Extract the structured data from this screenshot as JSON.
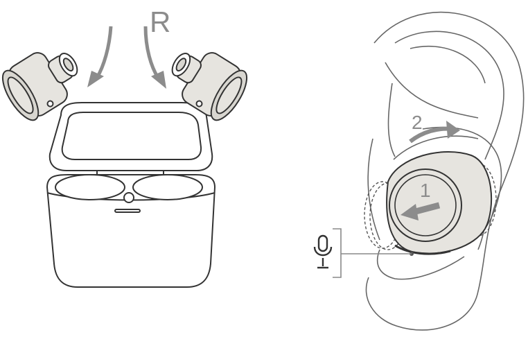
{
  "figure": {
    "left_panel": {
      "side_label": "R",
      "case": "charging-case-open",
      "earbuds": [
        "left-earbud",
        "right-earbud"
      ]
    },
    "right_panel": {
      "step_1_label": "1",
      "step_2_label": "2",
      "mic_icon": "microphone-icon"
    },
    "colors": {
      "line": "#333333",
      "arrow": "#8c8c8c",
      "earbud_fill": "#e6e4df",
      "ear_line": "#666666"
    }
  }
}
